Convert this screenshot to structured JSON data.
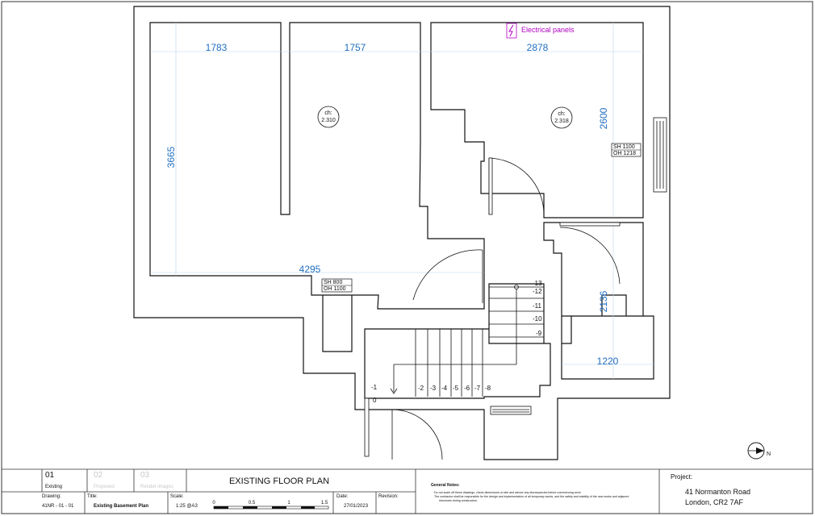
{
  "plan": {
    "dimensions": [
      "1783",
      "1757",
      "2878",
      "3665",
      "2600",
      "4295",
      "2136",
      "1220"
    ],
    "ceiling_heights": [
      {
        "label": "ch:",
        "value": "2.310"
      },
      {
        "label": "ch:",
        "value": "2.318"
      }
    ],
    "window_tags": [
      {
        "sh": "SH  1100",
        "oh": "OH  1218"
      },
      {
        "sh": "SH   800",
        "oh": "OH  1100"
      }
    ],
    "electrical_label": "Electrical panels",
    "steps_lower": [
      "-1",
      "0",
      "-2",
      "-3",
      "-4",
      "-5",
      "-6",
      "-7",
      "-8"
    ],
    "steps_upper": [
      "-13",
      "-12",
      "-11",
      "-10",
      "-9"
    ],
    "north_label": "N"
  },
  "title_block": {
    "tabs": [
      {
        "num": "01",
        "label": "Existing"
      },
      {
        "num": "02",
        "label": "Proposed"
      },
      {
        "num": "03",
        "label": "Render images"
      }
    ],
    "main_title": "EXISTING FLOOR PLAN",
    "drawing_label": "Drawing:",
    "drawing_value": "41NR - 01 - 01",
    "title_label": "Title:",
    "title_value": "Existing Basement Plan",
    "scale_label": "Scale:",
    "scale_value": "1:25 @A3",
    "scalebar_ticks": [
      "0",
      "0.5",
      "1",
      "1.5"
    ],
    "date_label": "Date:",
    "date_value": "27/01/2023",
    "revision_label": "Revision:",
    "notes_title": "General Notes:",
    "notes_line1": "Do not scale off these drawings, check dimensions on site and advice any discrepancies before commencing work.",
    "notes_line2": "The contractor shall be responsible for the design and implementation of all temporary works, and the safety and stability of the new works and adjacent",
    "notes_line3": "structures during construction.",
    "project_label": "Project:",
    "project_line1": "41 Normanton Road",
    "project_line2": "London, CR2 7AF"
  }
}
